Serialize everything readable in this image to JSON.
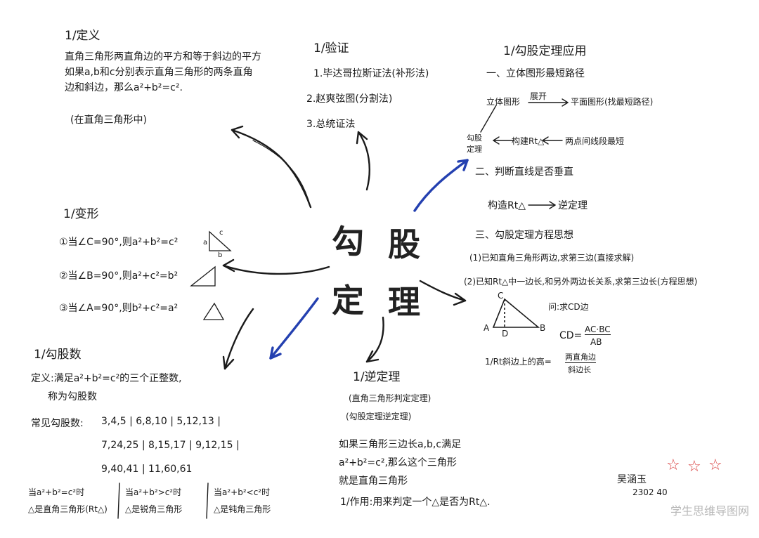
{
  "center": [
    "勾",
    "股",
    "定",
    "理"
  ],
  "definition": {
    "heading": "1/定义",
    "lines": [
      "直角三角形两直角边的平方和等于斜边的平方",
      "如果a,b和c分别表示直角三角形的两条直角",
      "边和斜边，那么a²+b²=c²."
    ],
    "note": "(在直角三角形中)"
  },
  "proof": {
    "heading": "1/验证",
    "items": [
      "1.毕达哥拉斯证法(补形法)",
      "2.赵爽弦图(分割法)",
      "3.总统证法"
    ]
  },
  "application": {
    "heading": "1/勾股定理应用",
    "sec1": "一、立体图形最短路径",
    "solid": "立体图形",
    "unfold": "展开",
    "plane": "平面图形(找最短路径)",
    "theorem": "勾股定理",
    "build": "构建Rt△",
    "seg": "两点间线段最短",
    "sec2": "二、判断直线是否垂直",
    "build_rt": "构造Rt△",
    "converse": "逆定理",
    "sec3": "三、勾股定理方程思想",
    "item1": "(1)已知直角三角形两边,求第三边(直接求解)",
    "item2": "(2)已知Rt△中一边长,和另外两边长关系,求第三边长(方程思想)",
    "question": "问:求CD边",
    "formula_lhs": "CD=",
    "formula_num": "AC·BC",
    "formula_den": "AB",
    "hyp_label": "1/Rt斜边上的高=",
    "hyp_num": "两直角边",
    "hyp_den": "斜边长",
    "tri_labels": [
      "C",
      "A",
      "D",
      "B"
    ]
  },
  "variation": {
    "heading": "1/变形",
    "items": [
      "①当∠C=90°,则a²+b²=c²",
      "②当∠B=90°,则a²+c²=b²",
      "③当∠A=90°,则b²+c²=a²"
    ],
    "tri_labels": [
      "c",
      "a",
      "b"
    ]
  },
  "triples": {
    "heading": "1/勾股数",
    "def1": "定义:满足a²+b²=c²的三个正整数,",
    "def2": "称为勾股数",
    "common_label": "常见勾股数:",
    "rows": [
      "3,4,5 | 6,8,10 | 5,12,13 |",
      "7,24,25 | 8,15,17 | 9,12,15 |",
      "9,40,41 | 11,60,61"
    ],
    "cond1a": "当a²+b²=c²时",
    "cond1b": "△是直角三角形(Rt△)",
    "cond2a": "当a²+b²>c²时",
    "cond2b": "△是锐角三角形",
    "cond3a": "当a²+b²<c²时",
    "cond3b": "△是钝角三角形"
  },
  "converse": {
    "heading": "1/逆定理",
    "sub1": "(直角三角形判定定理)",
    "sub2": "(勾股定理逆定理)",
    "lines": [
      "如果三角形三边长a,b,c满足",
      "a²+b²=c²,那么这个三角形",
      "就是直角三角形"
    ],
    "use": "1/作用:用来判定一个△是否为Rt△."
  },
  "signature": {
    "name": "吴涵玉",
    "id": "2302 40"
  },
  "watermark": "学生思维导图网",
  "colors": {
    "ink": "#1a1a1a",
    "blue": "#2440b0",
    "stars": "#d94040"
  }
}
